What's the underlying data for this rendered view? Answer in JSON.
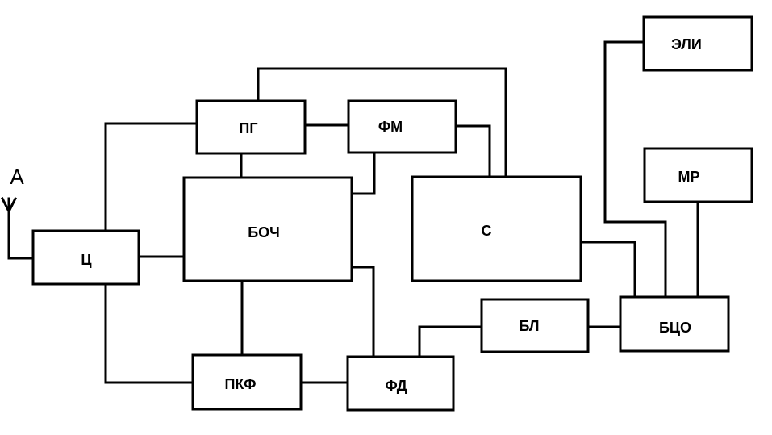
{
  "antenna": {
    "label": "А"
  },
  "blocks": {
    "c": {
      "label": "Ц"
    },
    "pg": {
      "label": "ПГ"
    },
    "fm": {
      "label": "ФМ"
    },
    "boch": {
      "label": "БОЧ"
    },
    "s": {
      "label": "С"
    },
    "eli": {
      "label": "ЭЛИ"
    },
    "mr": {
      "label": "МР"
    },
    "pkf": {
      "label": "ПКФ"
    },
    "fd": {
      "label": "ФД"
    },
    "bl": {
      "label": "БЛ"
    },
    "bco": {
      "label": "БЦО"
    }
  }
}
